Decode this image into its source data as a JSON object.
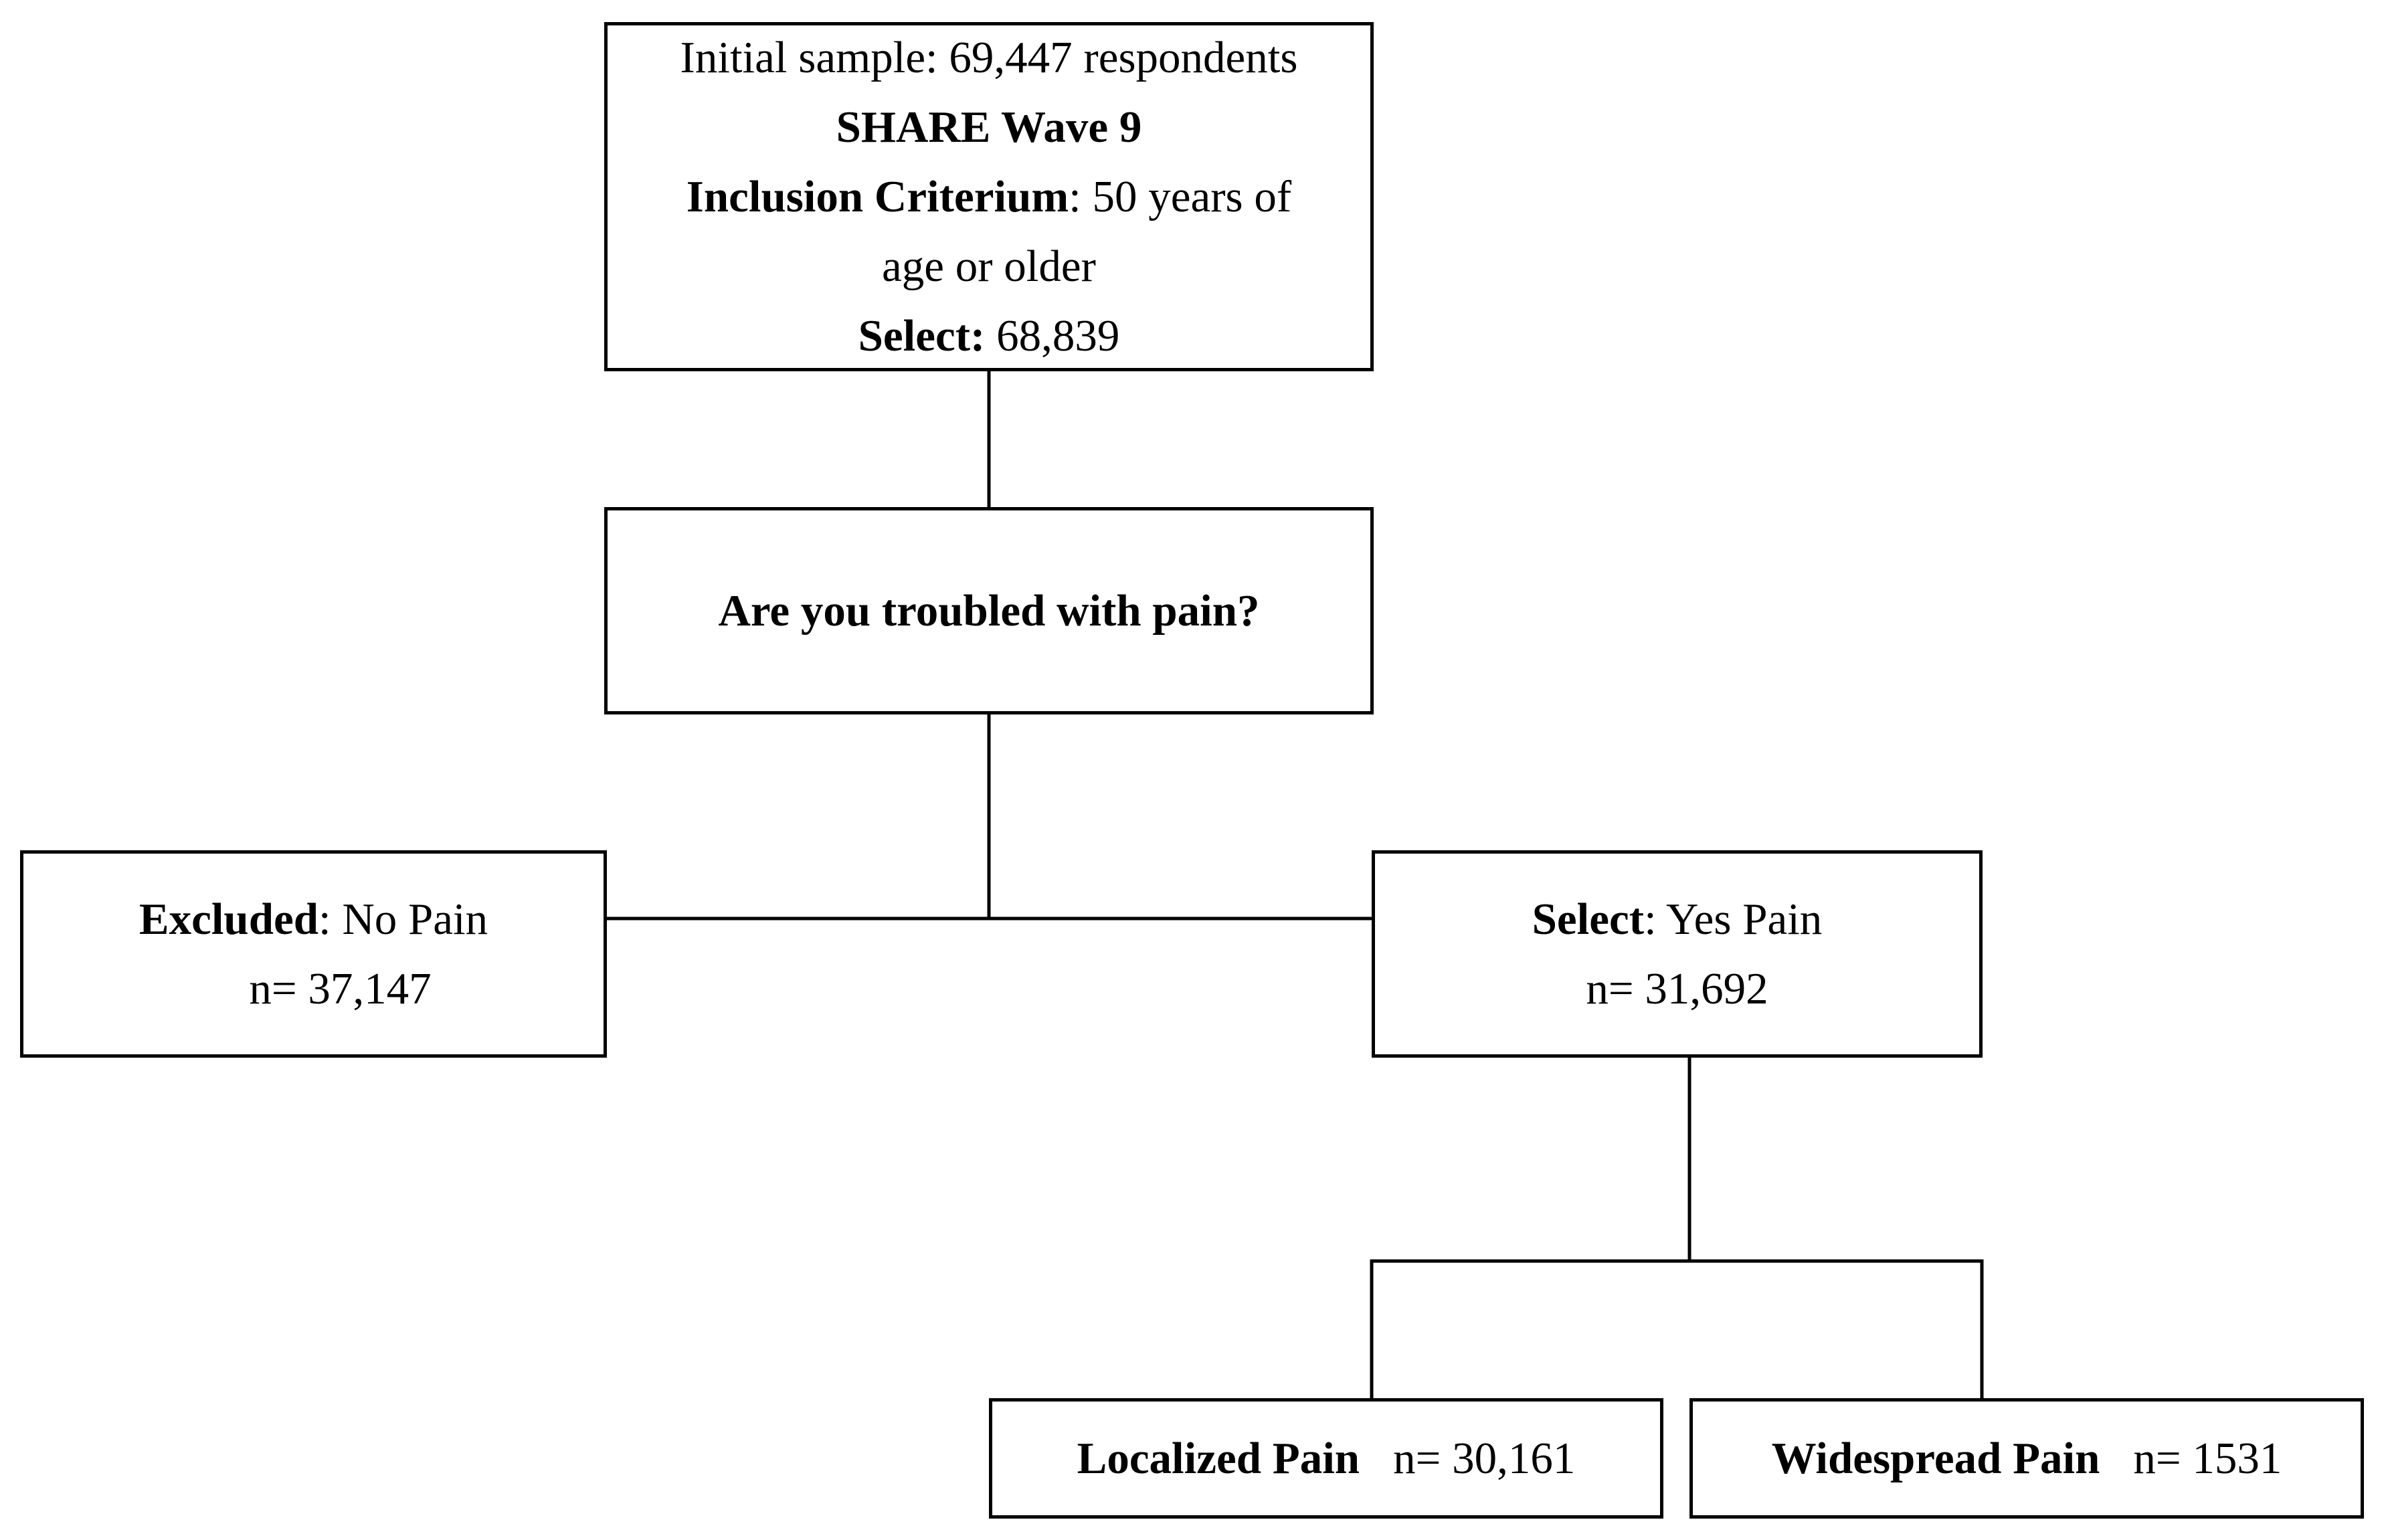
{
  "initial_box": {
    "line1": "Initial sample:  69,447 respondents",
    "line2_bold": "SHARE Wave 9",
    "line3_bold": "Inclusion Criterium",
    "line3_rest": ": 50 years of",
    "line4": "age or older",
    "line5_bold": "Select:",
    "line5_rest": " 68,839"
  },
  "question_box": {
    "text": "Are you troubled with pain?"
  },
  "excluded_box": {
    "label_bold": "Excluded",
    "label_rest": ":  No Pain",
    "count": "n= 37,147"
  },
  "select_box": {
    "label_bold": "Select",
    "label_rest": ": Yes Pain",
    "count": "n= 31,692"
  },
  "localized_box": {
    "label_bold": "Localized Pain",
    "count": "n= 30,161"
  },
  "widespread_box": {
    "label_bold": "Widespread Pain",
    "count": "n= 1531"
  },
  "colors": {
    "stroke": "#000000",
    "background": "#ffffff"
  }
}
